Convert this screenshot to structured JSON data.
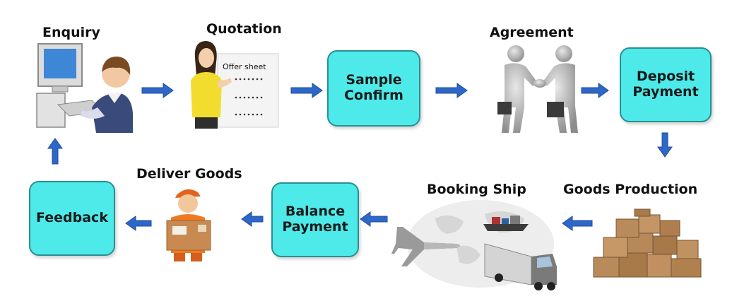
{
  "stages": {
    "enquiry": "Enquiry",
    "quotation": "Quotation",
    "offer_sheet": "Offer sheet",
    "sample_confirm": "Sample\nConfirm",
    "agreement": "Agreement",
    "deposit_payment": "Deposit\nPayment",
    "goods_production": "Goods Production",
    "booking_ship": "Booking Ship",
    "balance_payment": "Balance\nPayment",
    "deliver_goods": "Deliver Goods",
    "feedback": "Feedback"
  },
  "colors": {
    "box_fill": "#4eeaea",
    "box_border": "#2a8f94",
    "arrow": "#2f67c8"
  },
  "icons": [
    "computer-user-icon",
    "woman-offer-sheet-icon",
    "handshake-icon",
    "cardboard-boxes-icon",
    "plane-ship-truck-icon",
    "delivery-man-icon"
  ]
}
